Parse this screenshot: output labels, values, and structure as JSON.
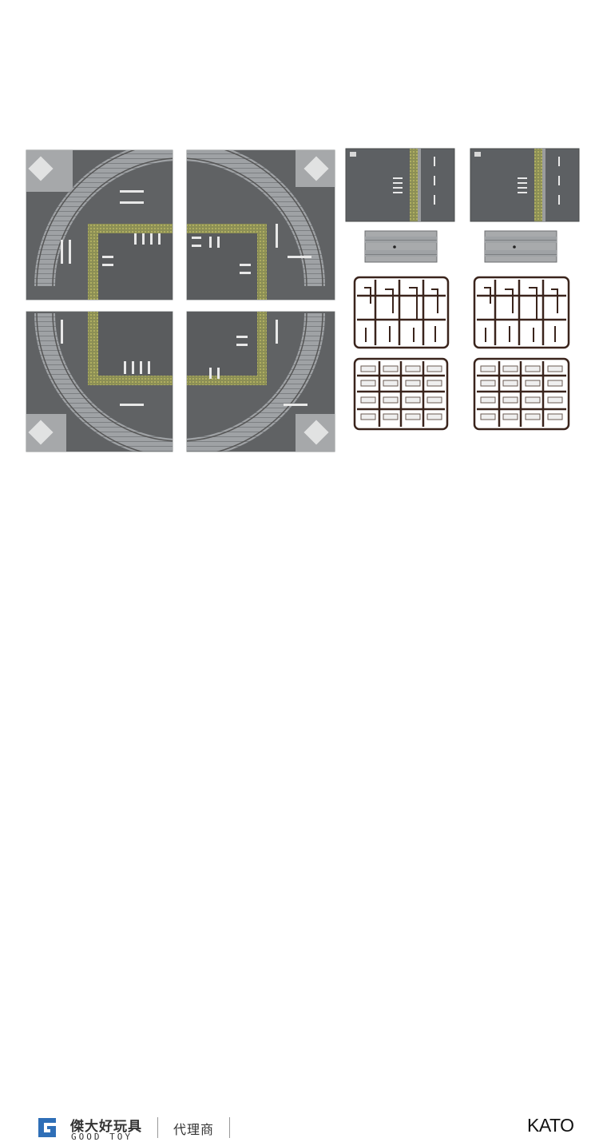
{
  "brand": {
    "name_cn": "傑大好玩具",
    "name_en": "GOOD TOY",
    "role": "代理商"
  },
  "maker": {
    "name": "KATO"
  },
  "colors": {
    "background": "#ffffff",
    "road": "#5f6163",
    "tile": "#a6a8aa",
    "sprue": "#3a241c",
    "brand_blue": "#2f6fb7",
    "text": "#333333"
  }
}
